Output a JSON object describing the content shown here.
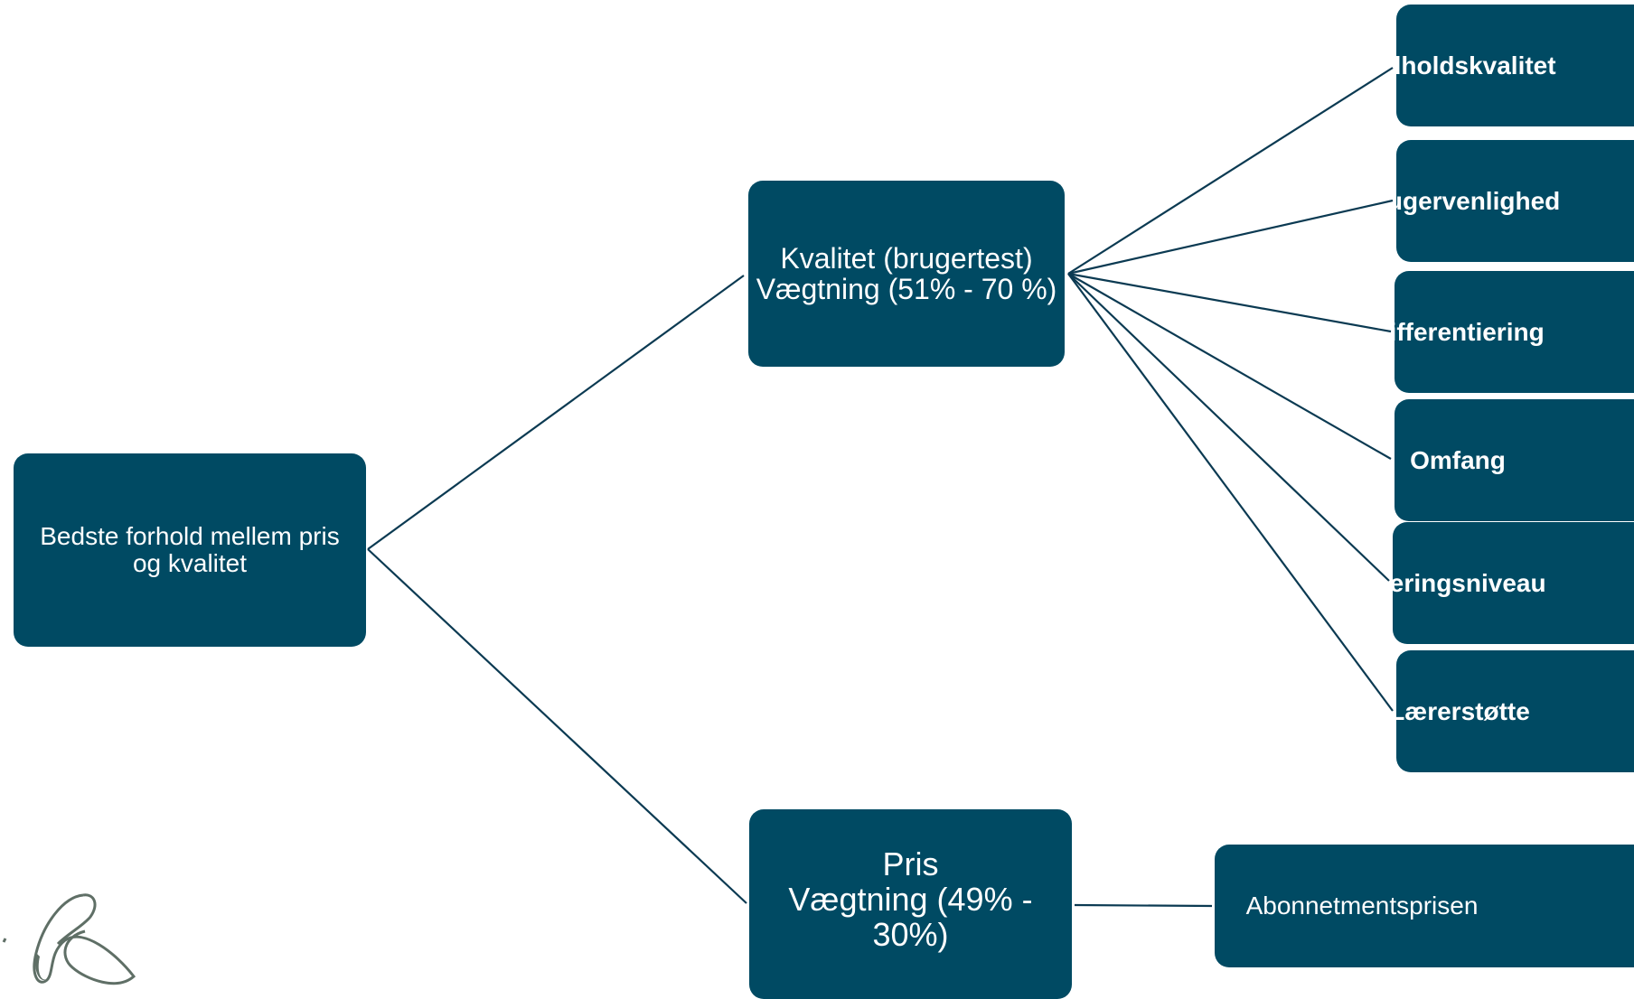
{
  "root": {
    "label": "Bedste forhold mellem pris og kvalitet"
  },
  "quality": {
    "line1": "Kvalitet (brugertest)",
    "line2": "Vægtning (51% - 70 %)"
  },
  "price": {
    "label": "Pris\nVægtning (49% -\n30%)"
  },
  "criteria": [
    {
      "label": "Indholdskvalitet"
    },
    {
      "label": "Brugervenlighed"
    },
    {
      "label": "Differentiering"
    },
    {
      "label": "Omfang"
    },
    {
      "label": "Læringsniveau"
    },
    {
      "label": "Lærerstøtte"
    }
  ],
  "price_sub": {
    "label": "Abonnetmentsprisen"
  },
  "colors": {
    "node_fill": "#004a63",
    "line": "#0b3a52",
    "text": "#ffffff",
    "logo": "#5f6f66"
  },
  "logo": {
    "icon": "swirl-logo-icon"
  }
}
